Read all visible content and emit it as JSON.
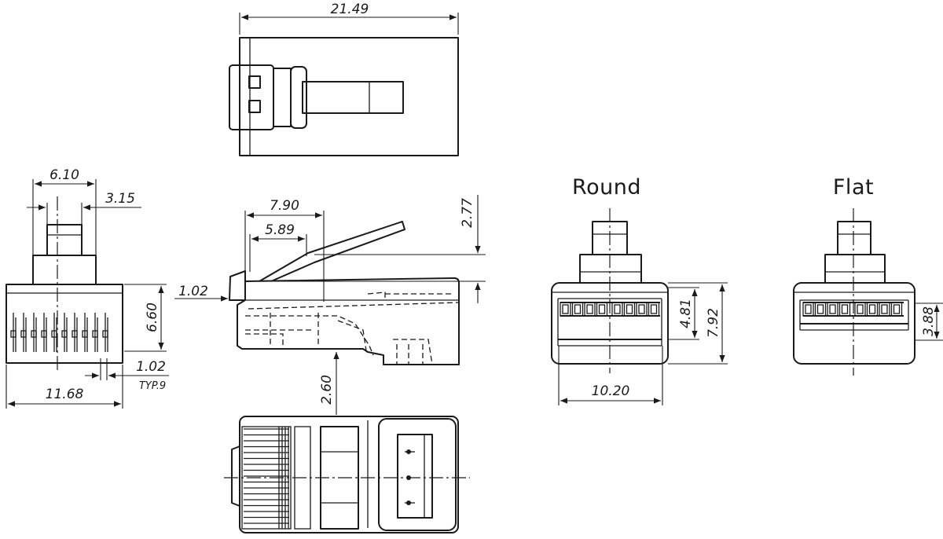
{
  "dimensions": {
    "overall_length": "21.49",
    "front_width_top": "6.10",
    "front_tab_width": "3.15",
    "front_height": "6.60",
    "front_width": "11.68",
    "contact_pitch": "1.02",
    "contact_count": "TYP.9",
    "side_len_a": "7.90",
    "side_len_b": "5.89",
    "side_offset": "1.02",
    "latch_height": "2.77",
    "bottom_offset": "2.60",
    "round_inner_height": "4.81",
    "round_outer_height": "7.92",
    "round_width": "10.20",
    "flat_inner_height": "3.88"
  },
  "variants": {
    "round": "Round",
    "flat": "Flat"
  },
  "colors": {
    "line": "#1a1a1a",
    "background": "#ffffff"
  }
}
